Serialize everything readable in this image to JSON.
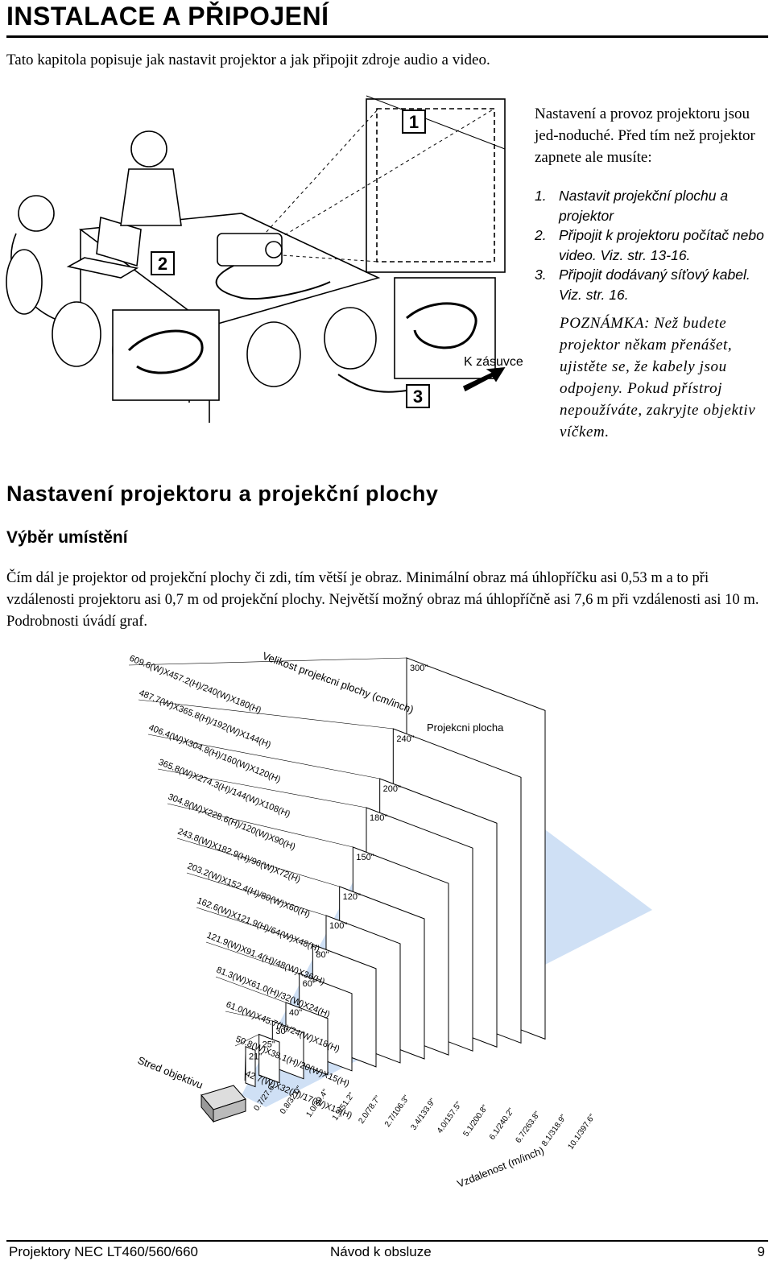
{
  "header": {
    "title": "INSTALACE A PŘIPOJENÍ"
  },
  "intro": "Tato kapitola popisuje jak nastavit projektor a jak připojit zdroje audio a video.",
  "setup_figure": {
    "callouts": [
      "1",
      "2",
      "3"
    ],
    "outlet_label": "K zásuvce"
  },
  "setup": {
    "intro": "Nastavení a provoz projektoru jsou jed-noduché. Před tím než projektor zapnete ale musíte:",
    "steps": [
      {
        "num": "1.",
        "text": "Nastavit projekční plochu a projektor"
      },
      {
        "num": "2.",
        "text": "Připojit k projektoru počítač nebo video. Viz. str. 13-16."
      },
      {
        "num": "3.",
        "text": "Připojit dodávaný síťový kabel. Viz. str. 16."
      }
    ],
    "note": "POZNÁMKA: Než budete projektor někam přenášet, ujistěte se, že kabely jsou odpojeny. Pokud přístroj nepoužíváte, zakryjte objektiv víčkem."
  },
  "section": {
    "heading": "Nastavení projektoru a projekční plochy",
    "subheading": "Výběr umístění",
    "paragraph": "Čím dál je projektor od projekční plochy či zdi, tím větší je obraz. Minimální obraz má úhlopříčku asi 0,53 m a to při vzdálenosti projektoru asi 0,7 m od projekční plochy. Největší možný obraz má úhlopříčně asi 7,6 m při vzdálenosti asi 10 m. Podrobnosti úvádí graf."
  },
  "distance_figure": {
    "size_title": "Velikost projekcni plochy (cm/inch)",
    "screen_label": "Projekcni plocha",
    "lens_label": "Stred objektivu",
    "distance_title": "Vzdalenost (m/inch)",
    "entries": [
      {
        "diag": "21\"",
        "size": "42.7(W)X32(H)/17(W)X13(H)",
        "dist": "0.7/27.6\""
      },
      {
        "diag": "25\"",
        "size": "50.8(W)X38.1(H)/20(W)X15(H)",
        "dist": "0.8/32.0\""
      },
      {
        "diag": "30\"",
        "size": "61.0(W)X45.7(H)/24(W)X18(H)",
        "dist": "1.0/39.4\""
      },
      {
        "diag": "40\"",
        "size": "81.3(W)X61.0(H)/32(W)X24(H)",
        "dist": "1.3/51.2\""
      },
      {
        "diag": "60\"",
        "size": "121.9(W)X91.4(H)/48(W)X36(H)",
        "dist": "2.0/78.7\""
      },
      {
        "diag": "80\"",
        "size": "162.6(W)X121.9(H)/64(W)X48(H)",
        "dist": "2.7/106.3\""
      },
      {
        "diag": "100\"",
        "size": "203.2(W)X152.4(H)/80(W)X60(H)",
        "dist": "3.4/133.9\""
      },
      {
        "diag": "120\"",
        "size": "243.8(W)X182.9(H)/96(W)X72(H)",
        "dist": "4.0/157.5\""
      },
      {
        "diag": "150\"",
        "size": "304.8(W)X228.6(H)/120(W)X90(H)",
        "dist": "5.1/200.8\""
      },
      {
        "diag": "180\"",
        "size": "365.8(W)X274.3(H)/144(W)X108(H)",
        "dist": "6.1/240.2\""
      },
      {
        "diag": "200\"",
        "size": "406.4(W)X304.8(H)/160(W)X120(H)",
        "dist": "6.7/263.8\""
      },
      {
        "diag": "240\"",
        "size": "487.7(W)X365.8(H)/192(W)X144(H)",
        "dist": "8.1/318.9\""
      },
      {
        "diag": "300\"",
        "size": "609.6(W)X457.2(H)/240(W)X180(H)",
        "dist": "10.1/397.6\""
      }
    ]
  },
  "footer": {
    "product": "Projektory NEC LT460/560/660",
    "manual": "Návod k obsluze",
    "page": "9"
  }
}
